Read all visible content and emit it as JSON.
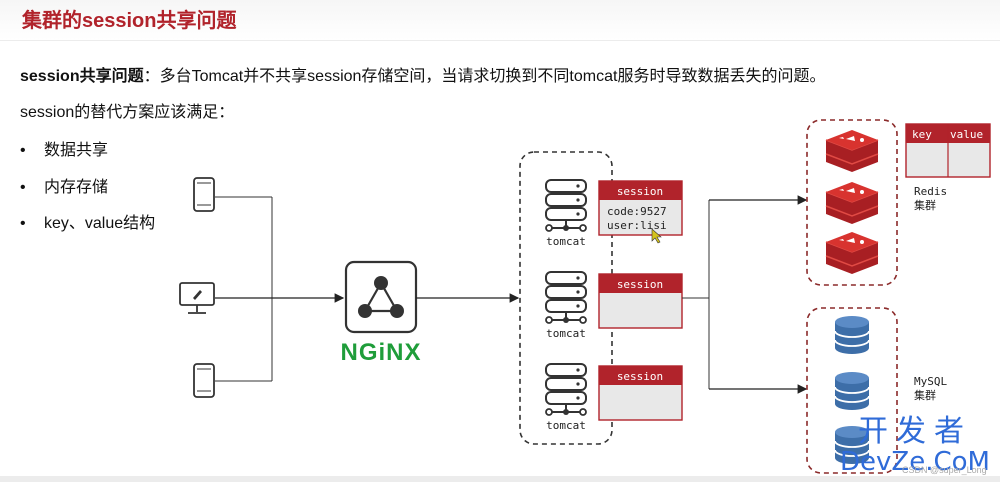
{
  "title": "集群的session共享问题",
  "problem": {
    "term": "session共享问题",
    "colon": "：",
    "text": "多台Tomcat并不共享session存储空间，当请求切换到不同tomcat服务时导致数据丢失的问题。"
  },
  "requirement": "session的替代方案应该满足：",
  "bullets": [
    "数据共享",
    "内存存储",
    "key、value结构"
  ],
  "bullet_marker": "•",
  "nginx_label": "NGiNX",
  "tomcat_label": "tomcat",
  "session_title": "session",
  "session_line1": "code:9527",
  "session_line2": "user:lisi",
  "kv_key": "key",
  "kv_value": "value",
  "redis_label_1": "Redis",
  "redis_label_2": "集群",
  "mysql_label_1": "MySQL",
  "mysql_label_2": "集群",
  "watermark_1": "开发者",
  "watermark_2": "DevZe.CoM",
  "csdn_mark": "CSDN @super_Long",
  "colors": {
    "accent": "#b1232b",
    "nginx": "#1f9d3a",
    "redis": "#c8262a",
    "mysql": "#3a6aa8",
    "dashed": "#333333"
  }
}
